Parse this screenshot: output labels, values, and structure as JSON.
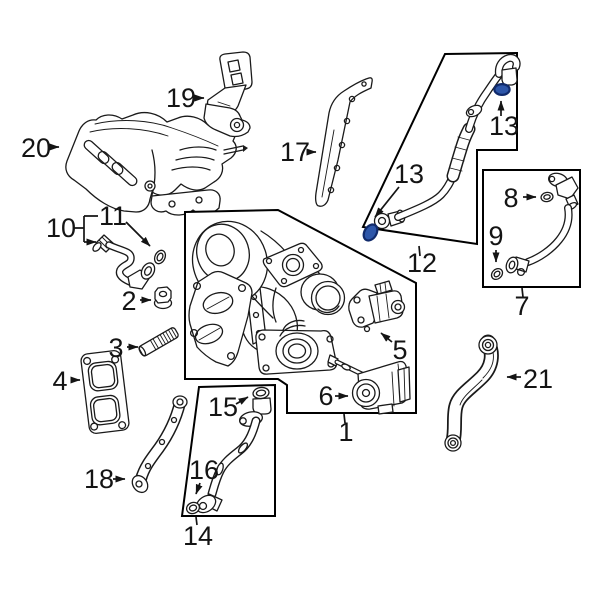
{
  "diagram": {
    "kind": "exploded-parts-diagram",
    "background": "#ffffff",
    "line_color": "#1a1a1a",
    "label_color": "#141414",
    "highlight_fill": "#2d56a9",
    "highlight_stroke": "#102a6b",
    "highlighted_part_number": "13",
    "part_numbers_visible": [
      "1",
      "2",
      "3",
      "4",
      "5",
      "6",
      "7",
      "8",
      "9",
      "10",
      "11",
      "12",
      "13",
      "14",
      "15",
      "16",
      "17",
      "18",
      "19",
      "20",
      "21"
    ],
    "callouts": {
      "c1": "1",
      "c2": "2",
      "c3": "3",
      "c4": "4",
      "c5": "5",
      "c6": "6",
      "c7": "7",
      "c8": "8",
      "c9": "9",
      "c10": "10",
      "c11": "11",
      "c12": "12",
      "c13_upper": "13",
      "c13_lower": "13",
      "c14": "14",
      "c15": "15",
      "c16": "16",
      "c17": "17",
      "c18": "18",
      "c19": "19",
      "c20": "20",
      "c21": "21"
    }
  }
}
